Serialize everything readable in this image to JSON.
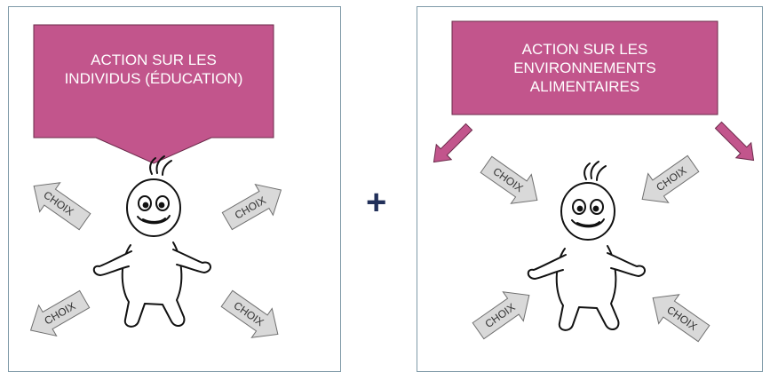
{
  "left": {
    "action_label_line1": "ACTION SUR LES",
    "action_label_line2": "INDIVIDUS (ÉDUCATION)",
    "choice_label": "CHOIX"
  },
  "right": {
    "action_label_line1": "ACTION SUR LES",
    "action_label_line2": "ENVIRONNEMENTS",
    "action_label_line3": "ALIMENTAIRES",
    "choice_label": "CHOIX"
  },
  "operator": "+",
  "colors": {
    "action_fill": "#c2558c",
    "choice_fill": "#d9d9d9",
    "panel_border": "#7f9aa8"
  }
}
